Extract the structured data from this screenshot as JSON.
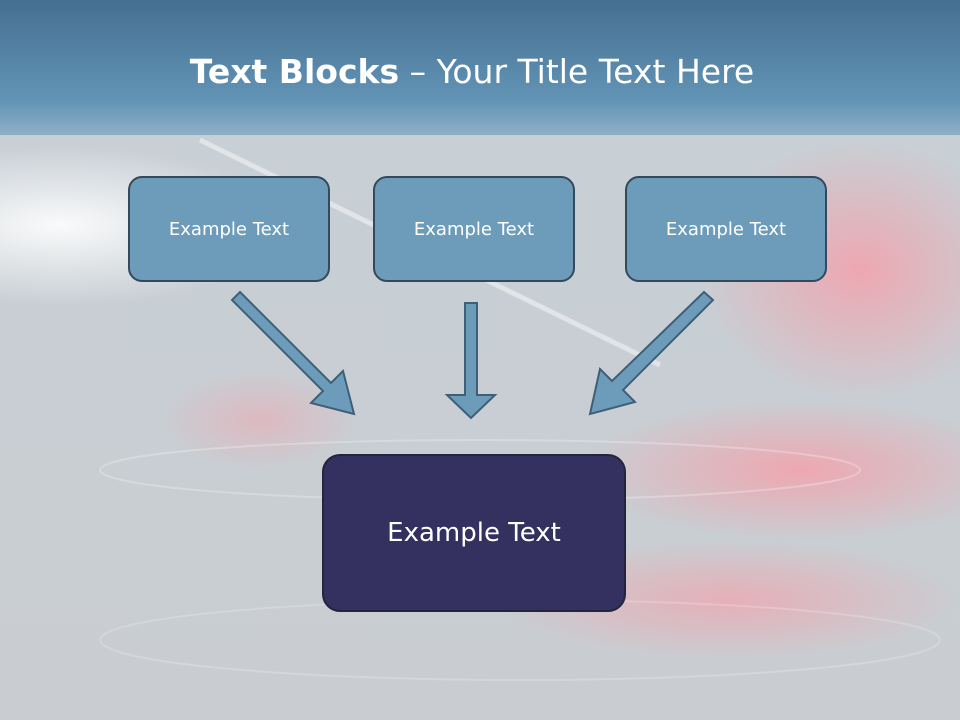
{
  "title": {
    "bold": "Text Blocks",
    "dash": " – ",
    "rest": "Your Title Text Here"
  },
  "blocks": [
    {
      "label": "Example Text"
    },
    {
      "label": "Example Text"
    },
    {
      "label": "Example Text"
    }
  ],
  "target": {
    "label": "Example Text"
  },
  "colors": {
    "header_band": "#4f7d9f",
    "block_fill": "#6d9cba",
    "block_border": "#34495e",
    "target_fill": "#34305f",
    "arrow_fill": "#6d9cba",
    "arrow_stroke": "#3d5f78"
  }
}
